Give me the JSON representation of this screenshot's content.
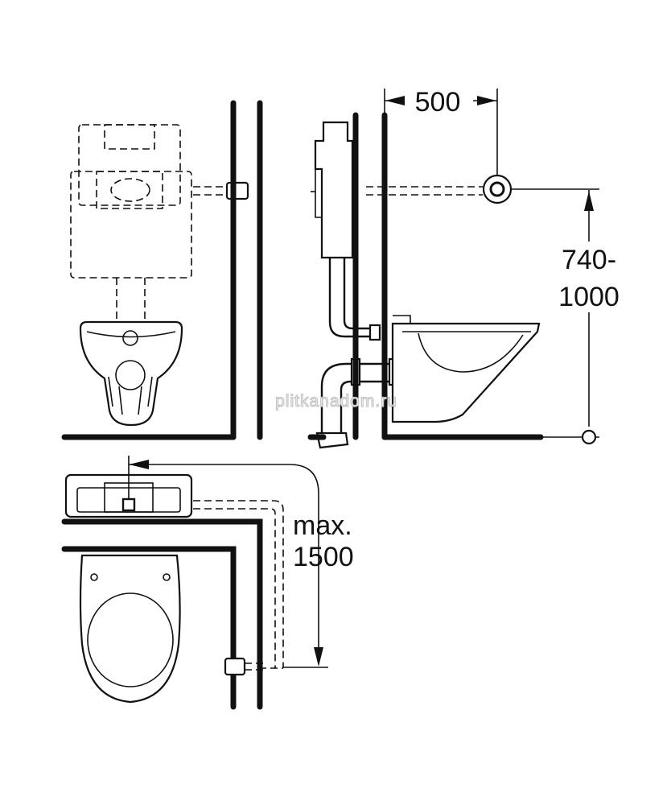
{
  "dimensions": {
    "horizontal_offset": "500",
    "height_range_line1": "740-",
    "height_range_line2": "1000",
    "max_label": "max.",
    "max_value": "1500"
  },
  "watermark": "plitkanadom.ru",
  "colors": {
    "line": "#111111",
    "background": "#ffffff",
    "watermark": "#c8c8c8"
  },
  "icons": [
    "arrow-left-icon",
    "arrow-right-icon",
    "arrow-up-icon",
    "arrow-down-icon",
    "flush-button-icon"
  ]
}
